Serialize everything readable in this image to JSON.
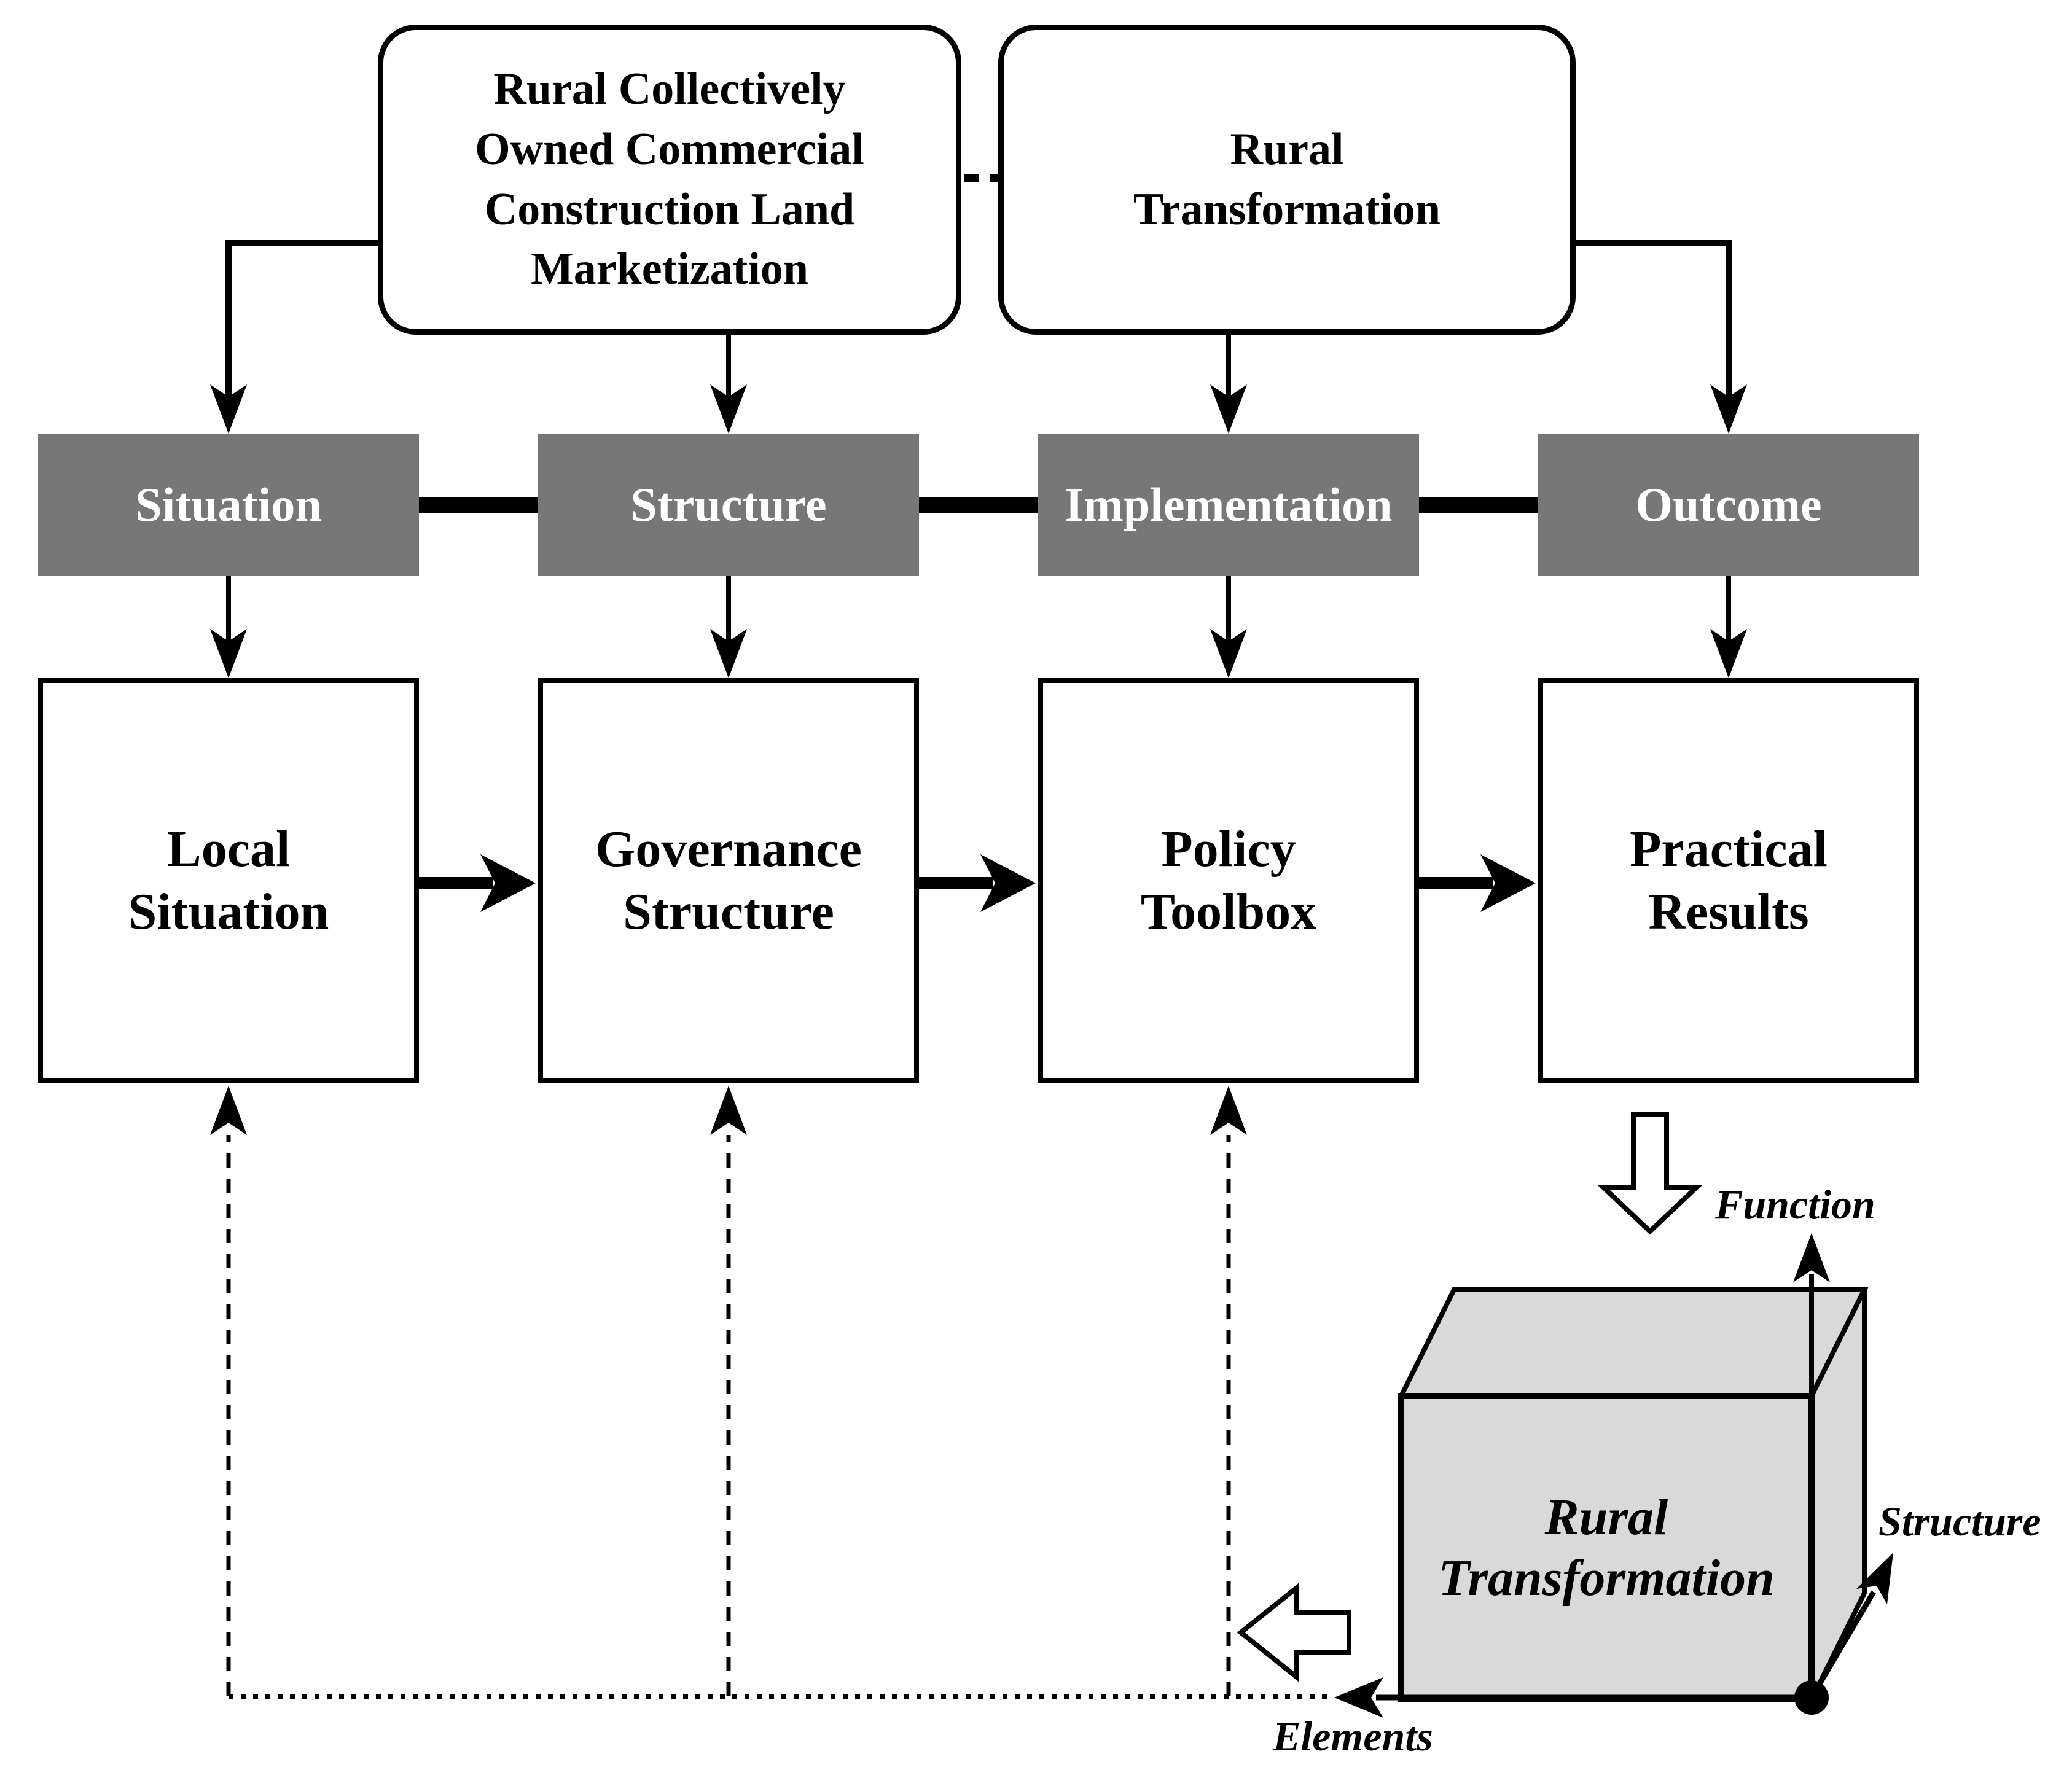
{
  "flow": {
    "top_boxes": [
      {
        "label": "Rural Collectively\nOwned Commercial\nConstruction Land\nMarketization"
      },
      {
        "label": "Rural\nTransformation"
      }
    ],
    "stage_row": [
      {
        "label": "Situation"
      },
      {
        "label": "Structure"
      },
      {
        "label": "Implementation"
      },
      {
        "label": "Outcome"
      }
    ],
    "detail_row": [
      {
        "label": "Local\nSituation"
      },
      {
        "label": "Governance\nStructure"
      },
      {
        "label": "Policy\nToolbox"
      },
      {
        "label": "Practical\nResults"
      }
    ],
    "cube": {
      "label": "Rural\nTransformation",
      "axis_vertical": "Function",
      "axis_diagonal": "Structure",
      "axis_horizontal": "Elements"
    },
    "colors": {
      "stage_box_fill": "#777777",
      "stage_box_text": "#ffffff",
      "cube_fill": "#d9d9d9",
      "line": "#000000",
      "background": "#ffffff"
    }
  }
}
